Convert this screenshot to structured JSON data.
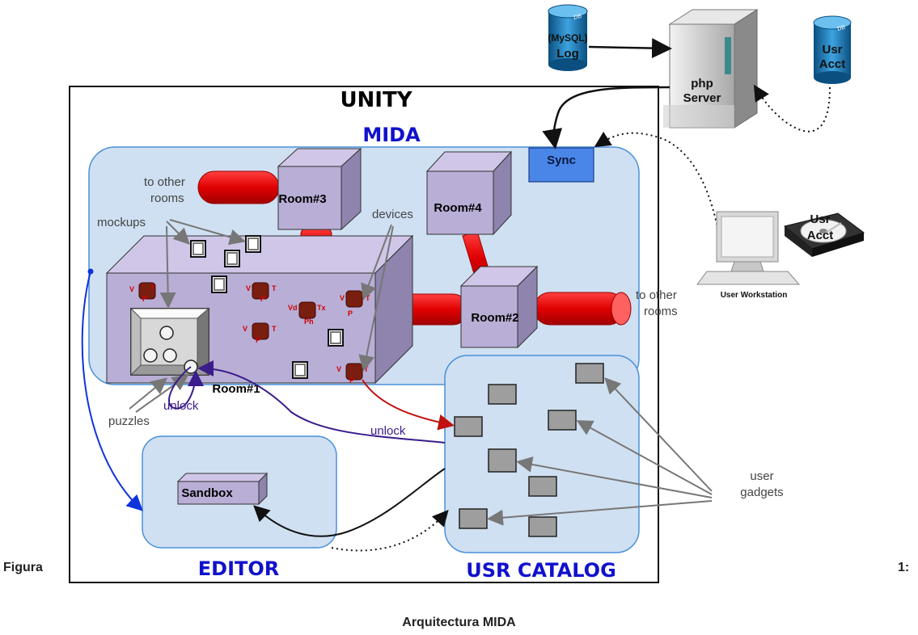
{
  "figure": {
    "prefix": "Figura",
    "number": "1:",
    "caption": "Arquitectura MIDA"
  },
  "containers": {
    "unity": "UNITY",
    "mida": "MIDA",
    "editor": "EDITOR",
    "usr_catalog": "USR CATALOG"
  },
  "rooms": {
    "room1": "Room#1",
    "room2": "Room#2",
    "room3": "Room#3",
    "room4": "Room#4"
  },
  "labels": {
    "to_other_rooms_a": "to other",
    "to_other_rooms_b": "rooms",
    "mockups": "mockups",
    "devices": "devices",
    "puzzles": "puzzles",
    "unlock_1": "unlock",
    "unlock_2": "unlock",
    "sandbox": "Sandbox",
    "sync": "Sync",
    "user_gadgets_a": "user",
    "user_gadgets_b": "gadgets",
    "user_workstation": "User Workstation"
  },
  "devices": {
    "d1": [
      "V",
      "T",
      "P"
    ],
    "d2": [
      "V",
      "T",
      "P"
    ],
    "d3": [
      "Vd",
      "Tx",
      "Ph"
    ],
    "d4": [
      "V",
      "T",
      "P"
    ],
    "d5": [
      "V",
      "T",
      "P"
    ],
    "d6": [
      "V",
      "T",
      "P"
    ]
  },
  "server": {
    "line1": "php",
    "line2": "Server"
  },
  "databases": {
    "log_tag": "DB",
    "log_line1": "(MySQL)",
    "log_line2": "Log",
    "acct_tag": "DB",
    "acct_line1": "Usr",
    "acct_line2": "Acct"
  },
  "hard_disk": {
    "line1": "Usr",
    "line2": "Acct"
  },
  "colors": {
    "container_fill": "#cfe0f2",
    "container_stroke": "#4a90d9",
    "room_fill": "#b9aed6",
    "pipe_red": "#e00000",
    "device_brown": "#7a1e10",
    "title_blue": "#1111cc",
    "sync_fill": "#4a86e8"
  }
}
